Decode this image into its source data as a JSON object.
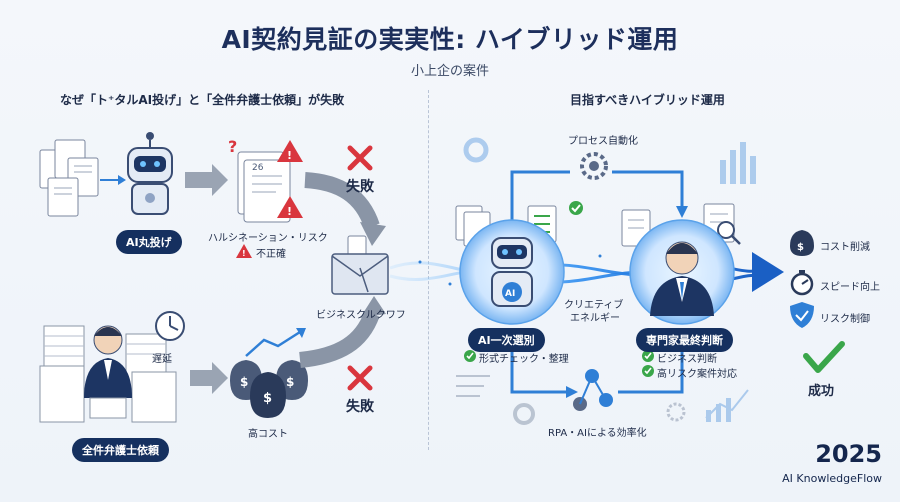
{
  "header": {
    "title": "AI契約見証の実実性: ハイブリッド運用",
    "subtitle": "小上企の案件"
  },
  "left": {
    "heading": "なぜ「ト⁺タルAI投げ」と「全件弁護士依頼」が失敗",
    "ai_pill": "AI丸投げ",
    "hallucination_label": "ハルシネーション・リスク",
    "inaccurate_label": "不正確",
    "fail_top": "失敗",
    "business_label": "ビジネスクルクワフ",
    "delay_label": "遅延",
    "cost_label": "高コスト",
    "fail_bottom": "失敗",
    "lawyer_pill": "全件弁護士依頼"
  },
  "right": {
    "heading": "目指すべきハイブリッド運用",
    "process_label": "プロセス自動化",
    "creative_label_1": "クリエティブ",
    "creative_label_2": "エネルギー",
    "ai_pill": "AI一次選別",
    "ai_check": "形式チェック・整理",
    "expert_pill": "専門家最終判断",
    "expert_check_1": "ビジネス判断",
    "expert_check_2": "高リスク案件対応",
    "rpa_label": "RPA・AIによる効率化",
    "results": [
      {
        "icon": "money-bag-icon",
        "label": "コスト削減"
      },
      {
        "icon": "stopwatch-icon",
        "label": "スピード向上"
      },
      {
        "icon": "shield-check-icon",
        "label": "リスク制御"
      }
    ],
    "success": "成功"
  },
  "footer": {
    "year": "2025",
    "brand": "AI KnowledgeFlow"
  },
  "colors": {
    "navy": "#15305f",
    "accent_blue": "#2f7fd6",
    "fail_red": "#d9363e",
    "success_green": "#3aa64a"
  }
}
